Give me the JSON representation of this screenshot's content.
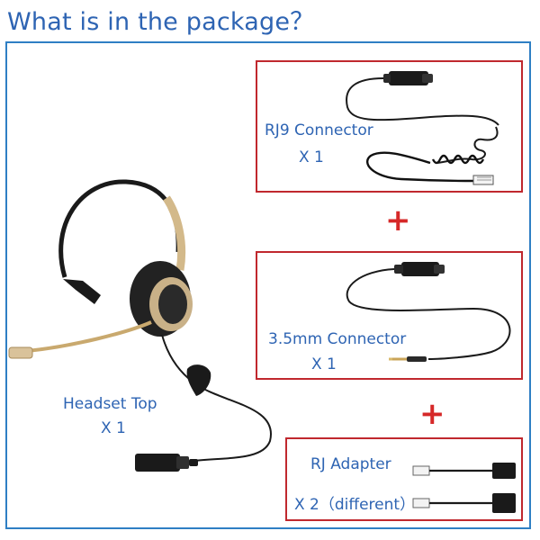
{
  "title": "What is in the package？",
  "items": {
    "rj9_connector": {
      "name": "RJ9 Connector",
      "qty": "X 1"
    },
    "connector_35mm": {
      "name": "3.5mm Connector",
      "qty": "X 1"
    },
    "rj_adapter": {
      "name": "RJ Adapter",
      "qty": "X 2（different）"
    },
    "headset_top": {
      "name": "Headset Top",
      "qty": "X 1"
    }
  },
  "separators": {
    "plus_1": "+",
    "plus_2": "+"
  },
  "colors": {
    "title": "#2e64b3",
    "frame": "#2f7fc4",
    "box_border": "#c0282e",
    "plus": "#d62828",
    "labels": "#2e64b3"
  }
}
